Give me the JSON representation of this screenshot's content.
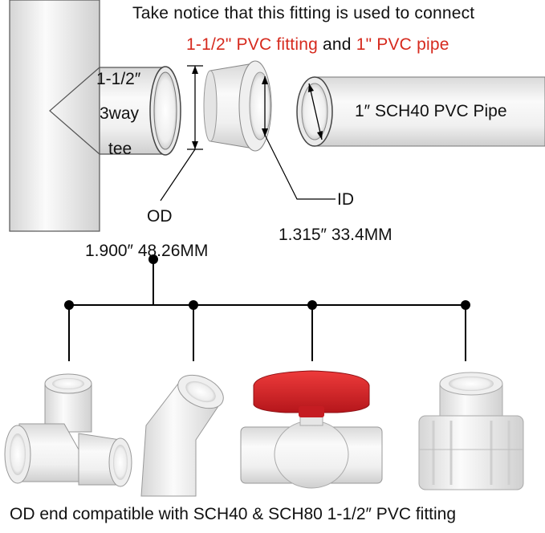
{
  "header": {
    "line1": "Take notice that this fitting is used to connect",
    "line2_part1": "1-1/2\" PVC fitting",
    "line2_and": "and",
    "line2_part2": "1\" PVC pipe"
  },
  "tee_label": {
    "size": "1-1/2″",
    "type": "3way",
    "name": "tee"
  },
  "pipe_label": "1″ SCH40 PVC Pipe",
  "od": {
    "label": "OD",
    "value": "1.900″ 48.26MM"
  },
  "id": {
    "label": "ID",
    "value": "1.315″ 33.4MM"
  },
  "footer": "OD end compatible with SCH40 & SCH80 1-1/2″ PVC fitting",
  "fittings": [
    "3-way-elbow",
    "45-degree-elbow",
    "ball-valve",
    "union"
  ],
  "colors": {
    "accent_red": "#d62a1e",
    "valve_handle": "#d8232a",
    "pvc_white": "#f2f2f2"
  }
}
